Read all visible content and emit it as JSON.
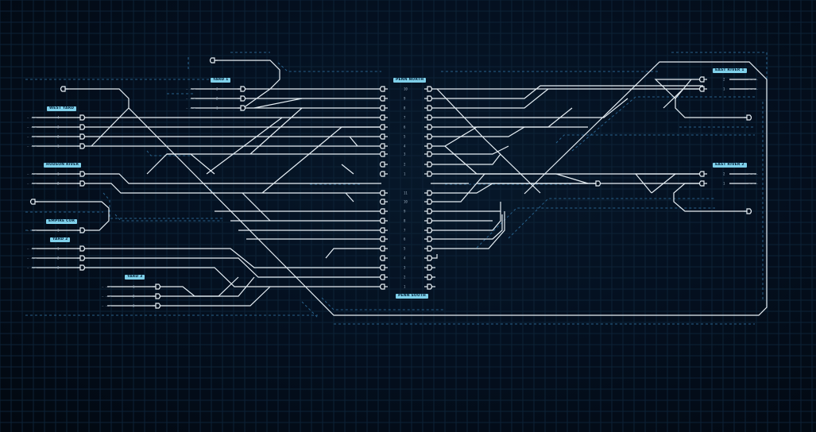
{
  "colors": {
    "track": "#e6eef4",
    "label_bg": "#7fd0ea",
    "dashed": "#2f6e9c",
    "background": "#041020"
  },
  "labels": {
    "yard1": "YARD 1",
    "penn_north": "PENN NORTH",
    "east_river_1": "EAST RIVER 1",
    "west_yard": "WEST YARD",
    "hudson_river": "HUDSON RIVER",
    "east_river_2": "EAST RIVER 2",
    "empire_cor": "EMPIRE COR",
    "yard2": "YARD 2",
    "yard3": "YARD 3",
    "penn_south": "PENN SOUTH"
  },
  "track_numbers": {
    "west_yard": [
      "4",
      "3",
      "2",
      "1"
    ],
    "hudson_river": [
      "1",
      "2"
    ],
    "empire_cor": [
      "1"
    ],
    "yard1": [
      "3",
      "2",
      "1"
    ],
    "yard2": [
      "1",
      "2",
      "3"
    ],
    "yard3": [
      "1",
      "2",
      "3"
    ],
    "east_river_1": [
      "2",
      "1"
    ],
    "east_river_2": [
      "2",
      "1"
    ],
    "penn_upper": [
      "10",
      "9",
      "8",
      "7",
      "6",
      "5",
      "4",
      "3",
      "2",
      "1"
    ],
    "penn_lower": [
      "11",
      "10",
      "9",
      "8",
      "7",
      "6",
      "5",
      "4",
      "3",
      "2",
      "1"
    ]
  }
}
